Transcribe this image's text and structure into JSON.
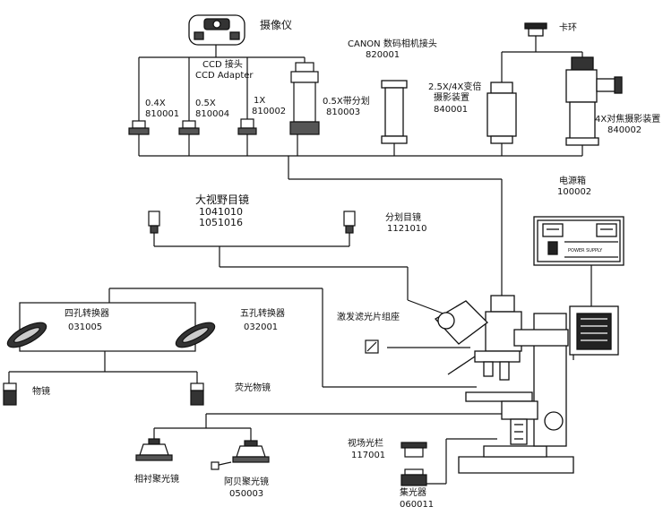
{
  "labels": {
    "camera": "摄像仪",
    "canon_name": "CANON 数码相机接头",
    "canon_code": "820001",
    "card_ring": "卡环",
    "ccd_name": "CCD 接头",
    "ccd_en": "CCD Adapter",
    "ad04_name": "0.4X",
    "ad04_code": "810001",
    "ad05_name": "0.5X",
    "ad05_code": "810004",
    "ad1_name": "1X",
    "ad1_code": "810002",
    "ad05r_name": "0.5X带分划",
    "ad05r_code": "810003",
    "zoom_name1": "2.5X/4X变倍",
    "zoom_name2": "摄影装置",
    "zoom_code": "840001",
    "focus_name": "4X对焦摄影装置",
    "focus_code": "840002",
    "psu_name": "电源箱",
    "psu_code": "100002",
    "wide_name": "大视野目镜",
    "wide_code1": "1041010",
    "wide_code2": "1051016",
    "reticle_name": "分划目镜",
    "reticle_code": "1121010",
    "nose4_name": "四孔转换器",
    "nose4_code": "031005",
    "nose5_name": "五孔转换器",
    "nose5_code": "032001",
    "filter_name": "激发滤光片组座",
    "objective_name": "物镜",
    "fluor_obj_name": "荧光物镜",
    "field_stop_name": "视场光栏",
    "field_stop_code": "117001",
    "phase_name": "相衬聚光镜",
    "abbe_name": "阿贝聚光镜",
    "abbe_code": "050003",
    "condenser_name": "集光器",
    "condenser_code": "060011",
    "panel_text": "POWER SUPPLY"
  }
}
